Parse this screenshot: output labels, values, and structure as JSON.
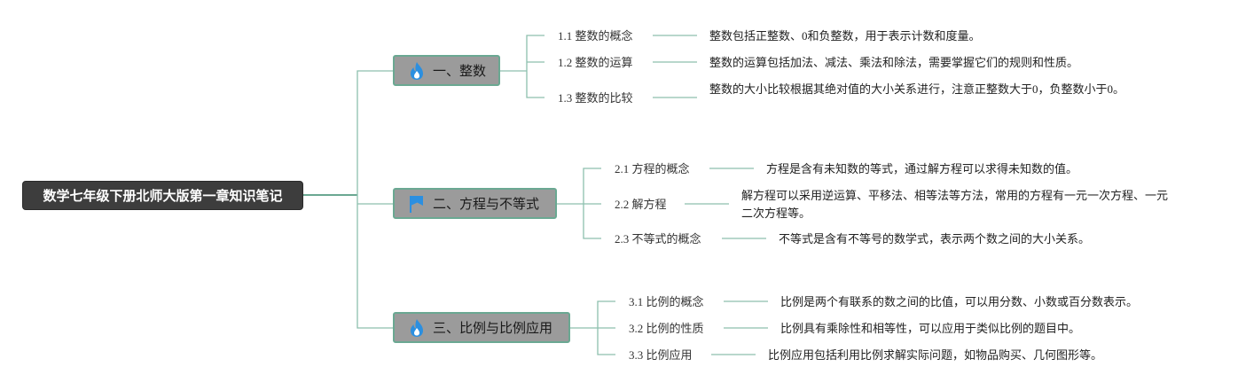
{
  "root": {
    "title": "数学七年级下册北师大版第一章知识笔记"
  },
  "branches": [
    {
      "label": "一、整数",
      "icon": "flame-icon",
      "items": [
        {
          "title": "1.1 整数的概念",
          "text": "整数包括正整数、0和负整数，用于表示计数和度量。"
        },
        {
          "title": "1.2 整数的运算",
          "text": "整数的运算包括加法、减法、乘法和除法，需要掌握它们的规则和性质。"
        },
        {
          "title": "1.3 整数的比较",
          "text": "整数的大小比较根据其绝对值的大小关系进行，注意正整数大于0，负整数小于0。"
        }
      ]
    },
    {
      "label": "二、方程与不等式",
      "icon": "flag-icon",
      "items": [
        {
          "title": "2.1 方程的概念",
          "text": "方程是含有未知数的等式，通过解方程可以求得未知数的值。"
        },
        {
          "title": "2.2 解方程",
          "text": "解方程可以采用逆运算、平移法、相等法等方法，常用的方程有一元一次方程、一元二次方程等。"
        },
        {
          "title": "2.3 不等式的概念",
          "text": "不等式是含有不等号的数学式，表示两个数之间的大小关系。"
        }
      ]
    },
    {
      "label": "三、比例与比例应用",
      "icon": "flame-icon",
      "items": [
        {
          "title": "3.1 比例的概念",
          "text": "比例是两个有联系的数之间的比值，可以用分数、小数或百分数表示。"
        },
        {
          "title": "3.2 比例的性质",
          "text": "比例具有乘除性和相等性，可以应用于类似比例的题目中。"
        },
        {
          "title": "3.3 比例应用",
          "text": "比例应用包括利用比例求解实际问题，如物品购买、几何图形等。"
        }
      ]
    }
  ],
  "colors": {
    "connector": "#6aa892",
    "root_bg": "#3d3d3d",
    "branch_bg": "#9b9b9b",
    "icon_blue": "#2b8fe0"
  }
}
